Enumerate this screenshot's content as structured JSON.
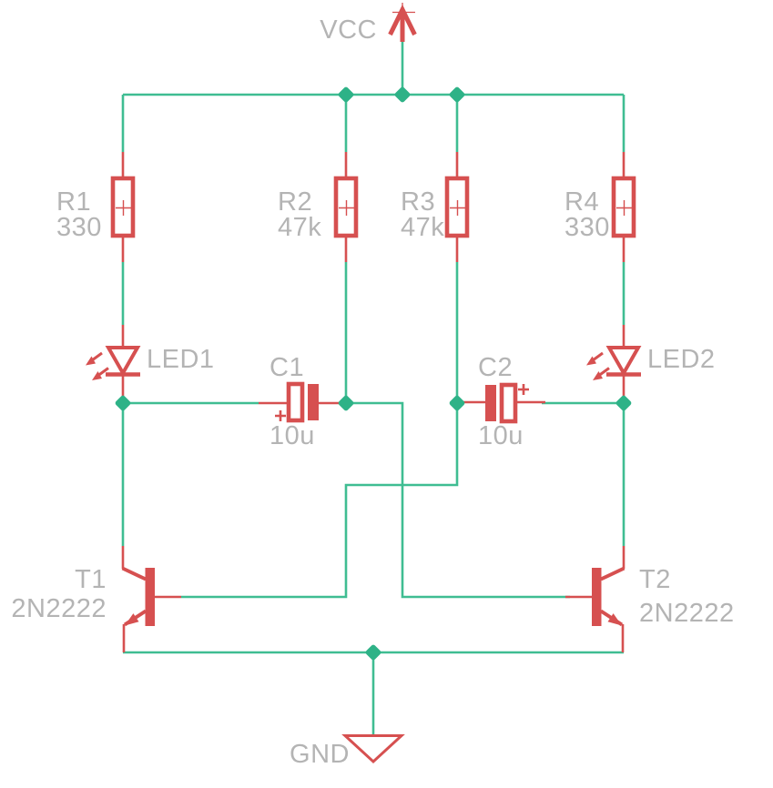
{
  "title": "Astable multivibrator LED flasher schematic",
  "canvas": {
    "background": "#ffffff",
    "wire_color": "#3fbd92",
    "junction_color": "#2eb287",
    "symbol_color": "#d65050",
    "label_color": "#b4b4b4"
  },
  "power": {
    "vcc_label": "VCC",
    "gnd_label": "GND"
  },
  "components": {
    "r1": {
      "name": "R1",
      "value": "330"
    },
    "r2": {
      "name": "R2",
      "value": "47k"
    },
    "r3": {
      "name": "R3",
      "value": "47k"
    },
    "r4": {
      "name": "R4",
      "value": "330"
    },
    "led1": {
      "name": "LED1"
    },
    "led2": {
      "name": "LED2"
    },
    "c1": {
      "name": "C1",
      "value": "10u"
    },
    "c2": {
      "name": "C2",
      "value": "10u"
    },
    "t1": {
      "name": "T1",
      "value": "2N2222"
    },
    "t2": {
      "name": "T2",
      "value": "2N2222"
    }
  }
}
